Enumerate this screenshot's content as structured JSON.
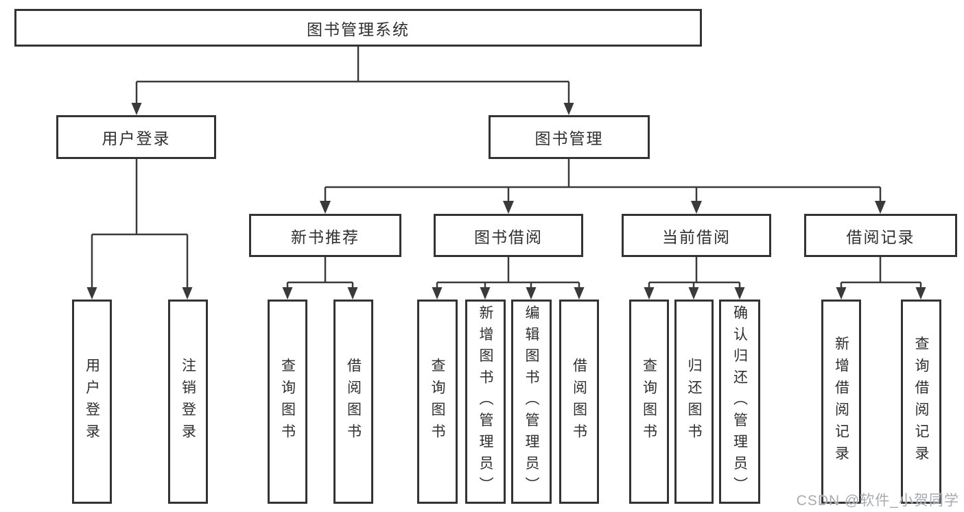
{
  "title": {
    "label": "图书管理系统"
  },
  "level2": [
    {
      "label": "用户登录",
      "leaves": [
        "用户登录",
        "注销登录"
      ]
    },
    {
      "label": "图书管理",
      "level3": [
        {
          "label": "新书推荐",
          "leaves": [
            "查询图书",
            "借阅图书"
          ]
        },
        {
          "label": "图书借阅",
          "leaves": [
            "查询图书",
            "新增图书（管理员）",
            "编辑图书（管理员）",
            "借阅图书"
          ]
        },
        {
          "label": "当前借阅",
          "leaves": [
            "查询图书",
            "归还图书",
            "确认归还（管理员）"
          ]
        },
        {
          "label": "借阅记录",
          "leaves": [
            "新增借阅记录",
            "查询借阅记录"
          ]
        }
      ]
    }
  ],
  "watermark": {
    "label": "CSDN @软件_小贺同学"
  },
  "colors": {
    "line": "#3a3a3a",
    "border": "#333333",
    "text": "#2f2f2f",
    "watermark": "#a6abb2",
    "bg": "#ffffff"
  }
}
